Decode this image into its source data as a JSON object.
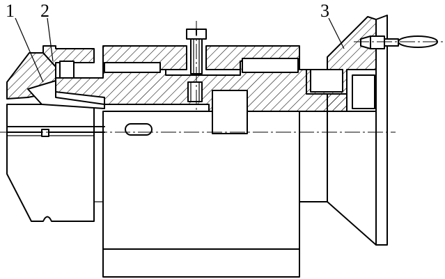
{
  "labels": {
    "part_1": "1",
    "part_2": "2",
    "part_3": "3"
  },
  "colors": {
    "line": "#000000",
    "background": "#ffffff"
  }
}
